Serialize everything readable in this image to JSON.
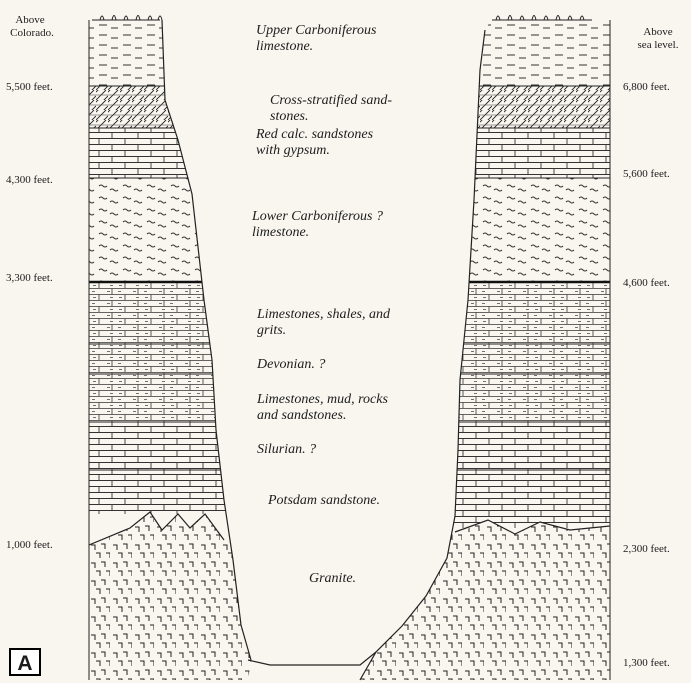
{
  "panel_label": "A",
  "left_scale": {
    "header": [
      "Above",
      "Colorado."
    ],
    "labels": [
      "5,500 feet.",
      "4,300 feet.",
      "3,300 feet.",
      "1,000 feet."
    ]
  },
  "right_scale": {
    "header": [
      "Above",
      "sea level."
    ],
    "labels": [
      "6,800 feet.",
      "5,600 feet.",
      "4,600 feet.",
      "2,300 feet.",
      "1,300 feet."
    ]
  },
  "strata": [
    {
      "lines": [
        "Upper Carboniferous",
        "limestone."
      ],
      "pattern": "dashes"
    },
    {
      "lines": [
        "Cross-stratified sand-",
        "stones."
      ],
      "pattern": "cross-hatch"
    },
    {
      "lines": [
        "Red calc. sandstones",
        "with gypsum."
      ],
      "pattern": "bricks"
    },
    {
      "lines": [
        "Lower Carboniferous ?",
        "limestone."
      ],
      "pattern": "waves"
    },
    {
      "lines": [
        "Limestones, shales, and",
        "grits."
      ],
      "pattern": "bricks-dashed"
    },
    {
      "lines": [
        "Devonian. ?"
      ],
      "pattern": "bricks-dashed"
    },
    {
      "lines": [
        "Limestones, mud, rocks",
        "and sandstones."
      ],
      "pattern": "bricks-dashed"
    },
    {
      "lines": [
        "Silurian. ?"
      ],
      "pattern": "bricks"
    },
    {
      "lines": [
        "Potsdam sandstone."
      ],
      "pattern": "bricks"
    },
    {
      "lines": [
        "Granite."
      ],
      "pattern": "granite"
    }
  ]
}
